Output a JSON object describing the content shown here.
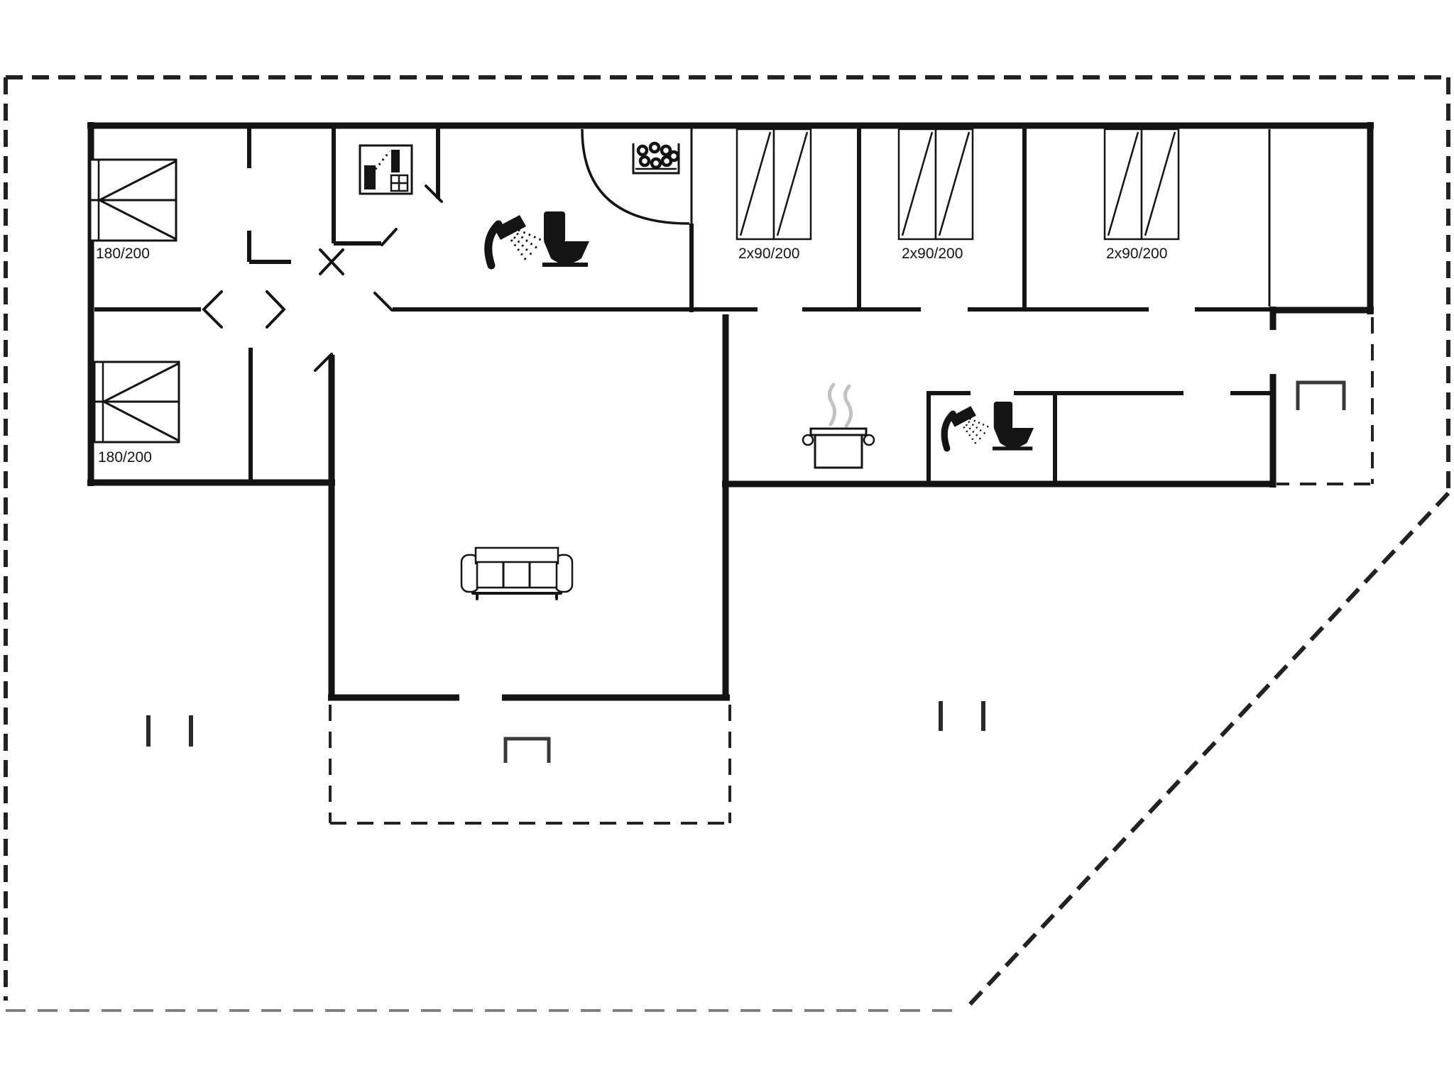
{
  "page": {
    "type": "floor-plan",
    "background": "#ffffff"
  },
  "colors": {
    "wall": "#141414",
    "line": "#2a2a2a",
    "boundary": "#222222",
    "boundary_light": "#808080",
    "steam": "#c2c2c2",
    "bg": "#ffffff"
  },
  "labels": {
    "double_bed_1": "180/200",
    "double_bed_2": "180/200",
    "bunk_bed_1": "2x90/200",
    "bunk_bed_2": "2x90/200",
    "bunk_bed_3": "2x90/200"
  },
  "icons": [
    "washing-machine-icon",
    "sauna-stove-icon",
    "shower-icon",
    "toilet-icon",
    "cooking-pot-icon",
    "sofa-icon",
    "door-swing-icon",
    "terrace-step-icon",
    "boundary-tick-icon",
    "double-bed-icon",
    "bunk-bed-icon"
  ]
}
